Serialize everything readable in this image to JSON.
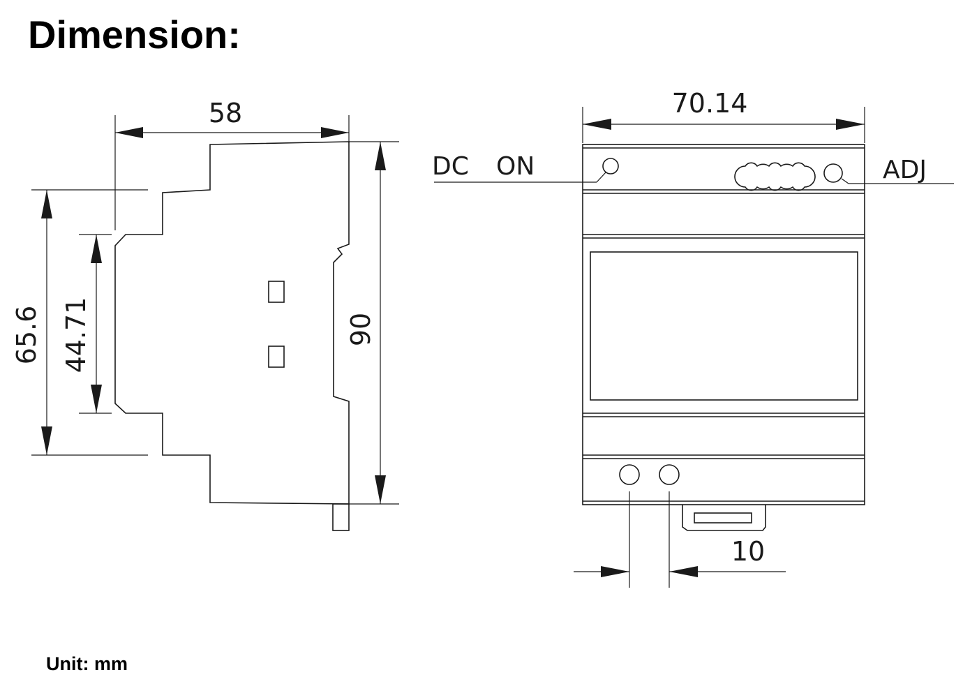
{
  "title": "Dimension:",
  "unit_note": "Unit: mm",
  "side_view": {
    "dimensions": {
      "depth": "58",
      "height": "90",
      "mount_height": "65.6",
      "rail_height": "44.71"
    }
  },
  "front_view": {
    "dimensions": {
      "width": "70.14",
      "terminal_pitch": "10"
    },
    "labels": {
      "dc": "DC",
      "on": "ON",
      "adj": "ADJ"
    }
  }
}
